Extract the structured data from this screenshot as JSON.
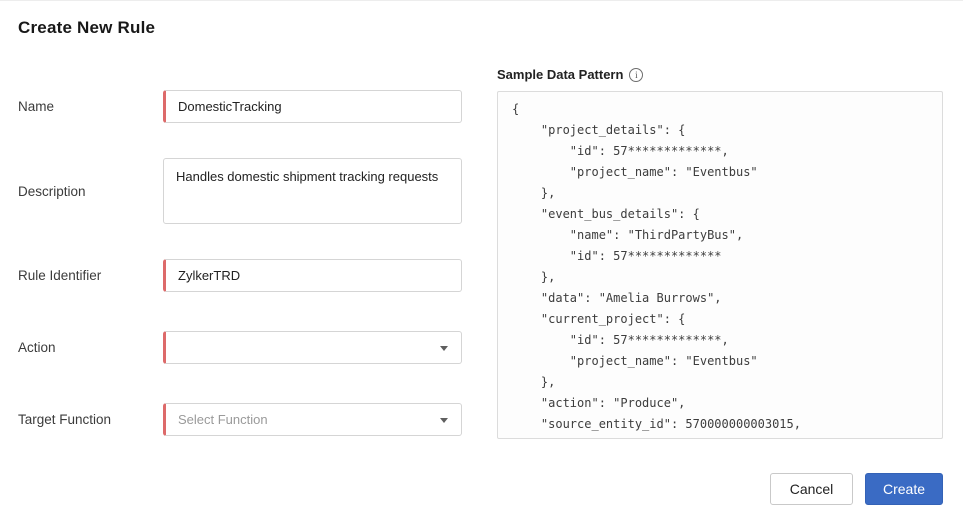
{
  "page": {
    "title": "Create New Rule"
  },
  "form": {
    "name": {
      "label": "Name",
      "value": "DomesticTracking"
    },
    "description": {
      "label": "Description",
      "value": "Handles domestic shipment tracking requests"
    },
    "rule_identifier": {
      "label": "Rule Identifier",
      "value": "ZylkerTRD"
    },
    "action": {
      "label": "Action",
      "value": ""
    },
    "target_function": {
      "label": "Target Function",
      "placeholder": "Select Function"
    }
  },
  "sample_panel": {
    "title": "Sample Data Pattern",
    "info_icon": "info-icon",
    "code_lines": [
      "{",
      "    \"project_details\": {",
      "        \"id\": 57*************,",
      "        \"project_name\": \"Eventbus\"",
      "    },",
      "    \"event_bus_details\": {",
      "        \"name\": \"ThirdPartyBus\",",
      "        \"id\": 57*************",
      "    },",
      "    \"data\": \"Amelia Burrows\",",
      "    \"current_project\": {",
      "        \"id\": 57*************,",
      "        \"project_name\": \"Eventbus\"",
      "    },",
      "    \"action\": \"Produce\",",
      "    \"source_entity_id\": 570000000003015,"
    ]
  },
  "actions": {
    "cancel_label": "Cancel",
    "create_label": "Create"
  },
  "colors": {
    "accent_red": "#dd6a6a",
    "primary_blue": "#3a6bc4"
  }
}
